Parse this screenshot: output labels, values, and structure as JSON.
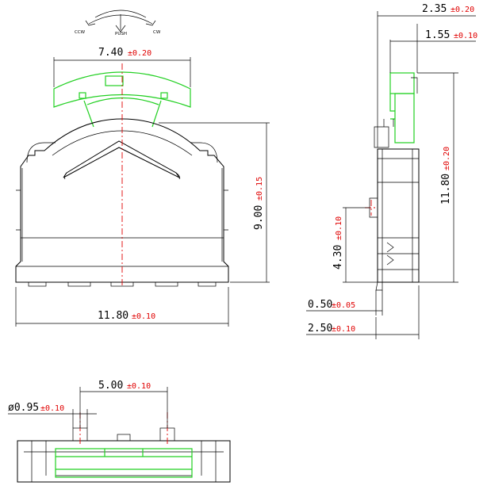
{
  "dimensions": {
    "front_top_width": {
      "value": "7.40",
      "tol": "±0.20"
    },
    "front_height": {
      "value": "9.00",
      "tol": "±0.15"
    },
    "front_width": {
      "value": "11.80",
      "tol": "±0.10"
    },
    "side_top1": {
      "value": "2.35",
      "tol": "±0.20"
    },
    "side_top2": {
      "value": "1.55",
      "tol": "±0.10"
    },
    "side_height": {
      "value": "11.80",
      "tol": "±0.20"
    },
    "side_mid": {
      "value": "4.30",
      "tol": "±0.10"
    },
    "side_bottom1": {
      "value": "0.50",
      "tol": "±0.05"
    },
    "side_bottom2": {
      "value": "2.50",
      "tol": "±0.10"
    },
    "bottom_pitch": {
      "value": "5.00",
      "tol": "±0.10"
    },
    "pin_dia": {
      "value": "ø0.95",
      "tol": "±0.10"
    }
  },
  "rotation_labels": {
    "ccw": "CCW",
    "push": "PUSH",
    "cw": "CW"
  },
  "colors": {
    "outline": "#000000",
    "actuator": "#22d022",
    "centerline": "#e00000",
    "tolerance": "#e00000"
  }
}
